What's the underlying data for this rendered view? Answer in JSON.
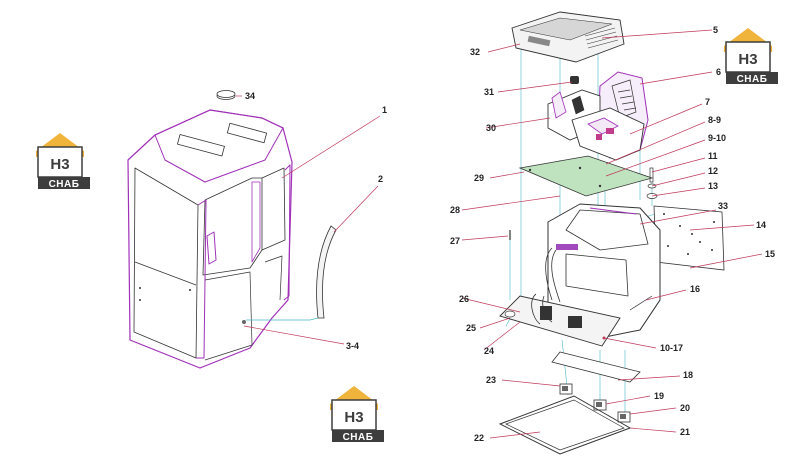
{
  "colors": {
    "leader": "#c0395a",
    "projection": "#49b9c9",
    "outline": "#a030b8",
    "drawing": "#333333",
    "logo_orange": "#f0b43c",
    "logo_dark": "#3d3d3d",
    "panel_green": "#bfe3bf"
  },
  "logo": {
    "letters": "H3",
    "word": "СНАБ"
  },
  "labels": {
    "l34": "34",
    "l1": "1",
    "l2": "2",
    "l3_4": "3-4",
    "l5": "5",
    "l32": "32",
    "l6": "6",
    "l31": "31",
    "l7": "7",
    "l30": "30",
    "l8_9": "8-9",
    "l9_10": "9-10",
    "l11": "11",
    "l29": "29",
    "l12": "12",
    "l13": "13",
    "l28": "28",
    "l33": "33",
    "l14": "14",
    "l27": "27",
    "l15": "15",
    "l16": "16",
    "l26": "26",
    "l25": "25",
    "l24": "24",
    "l10_17": "10-17",
    "l18": "18",
    "l23": "23",
    "l19": "19",
    "l20": "20",
    "l21": "21",
    "l22": "22"
  }
}
